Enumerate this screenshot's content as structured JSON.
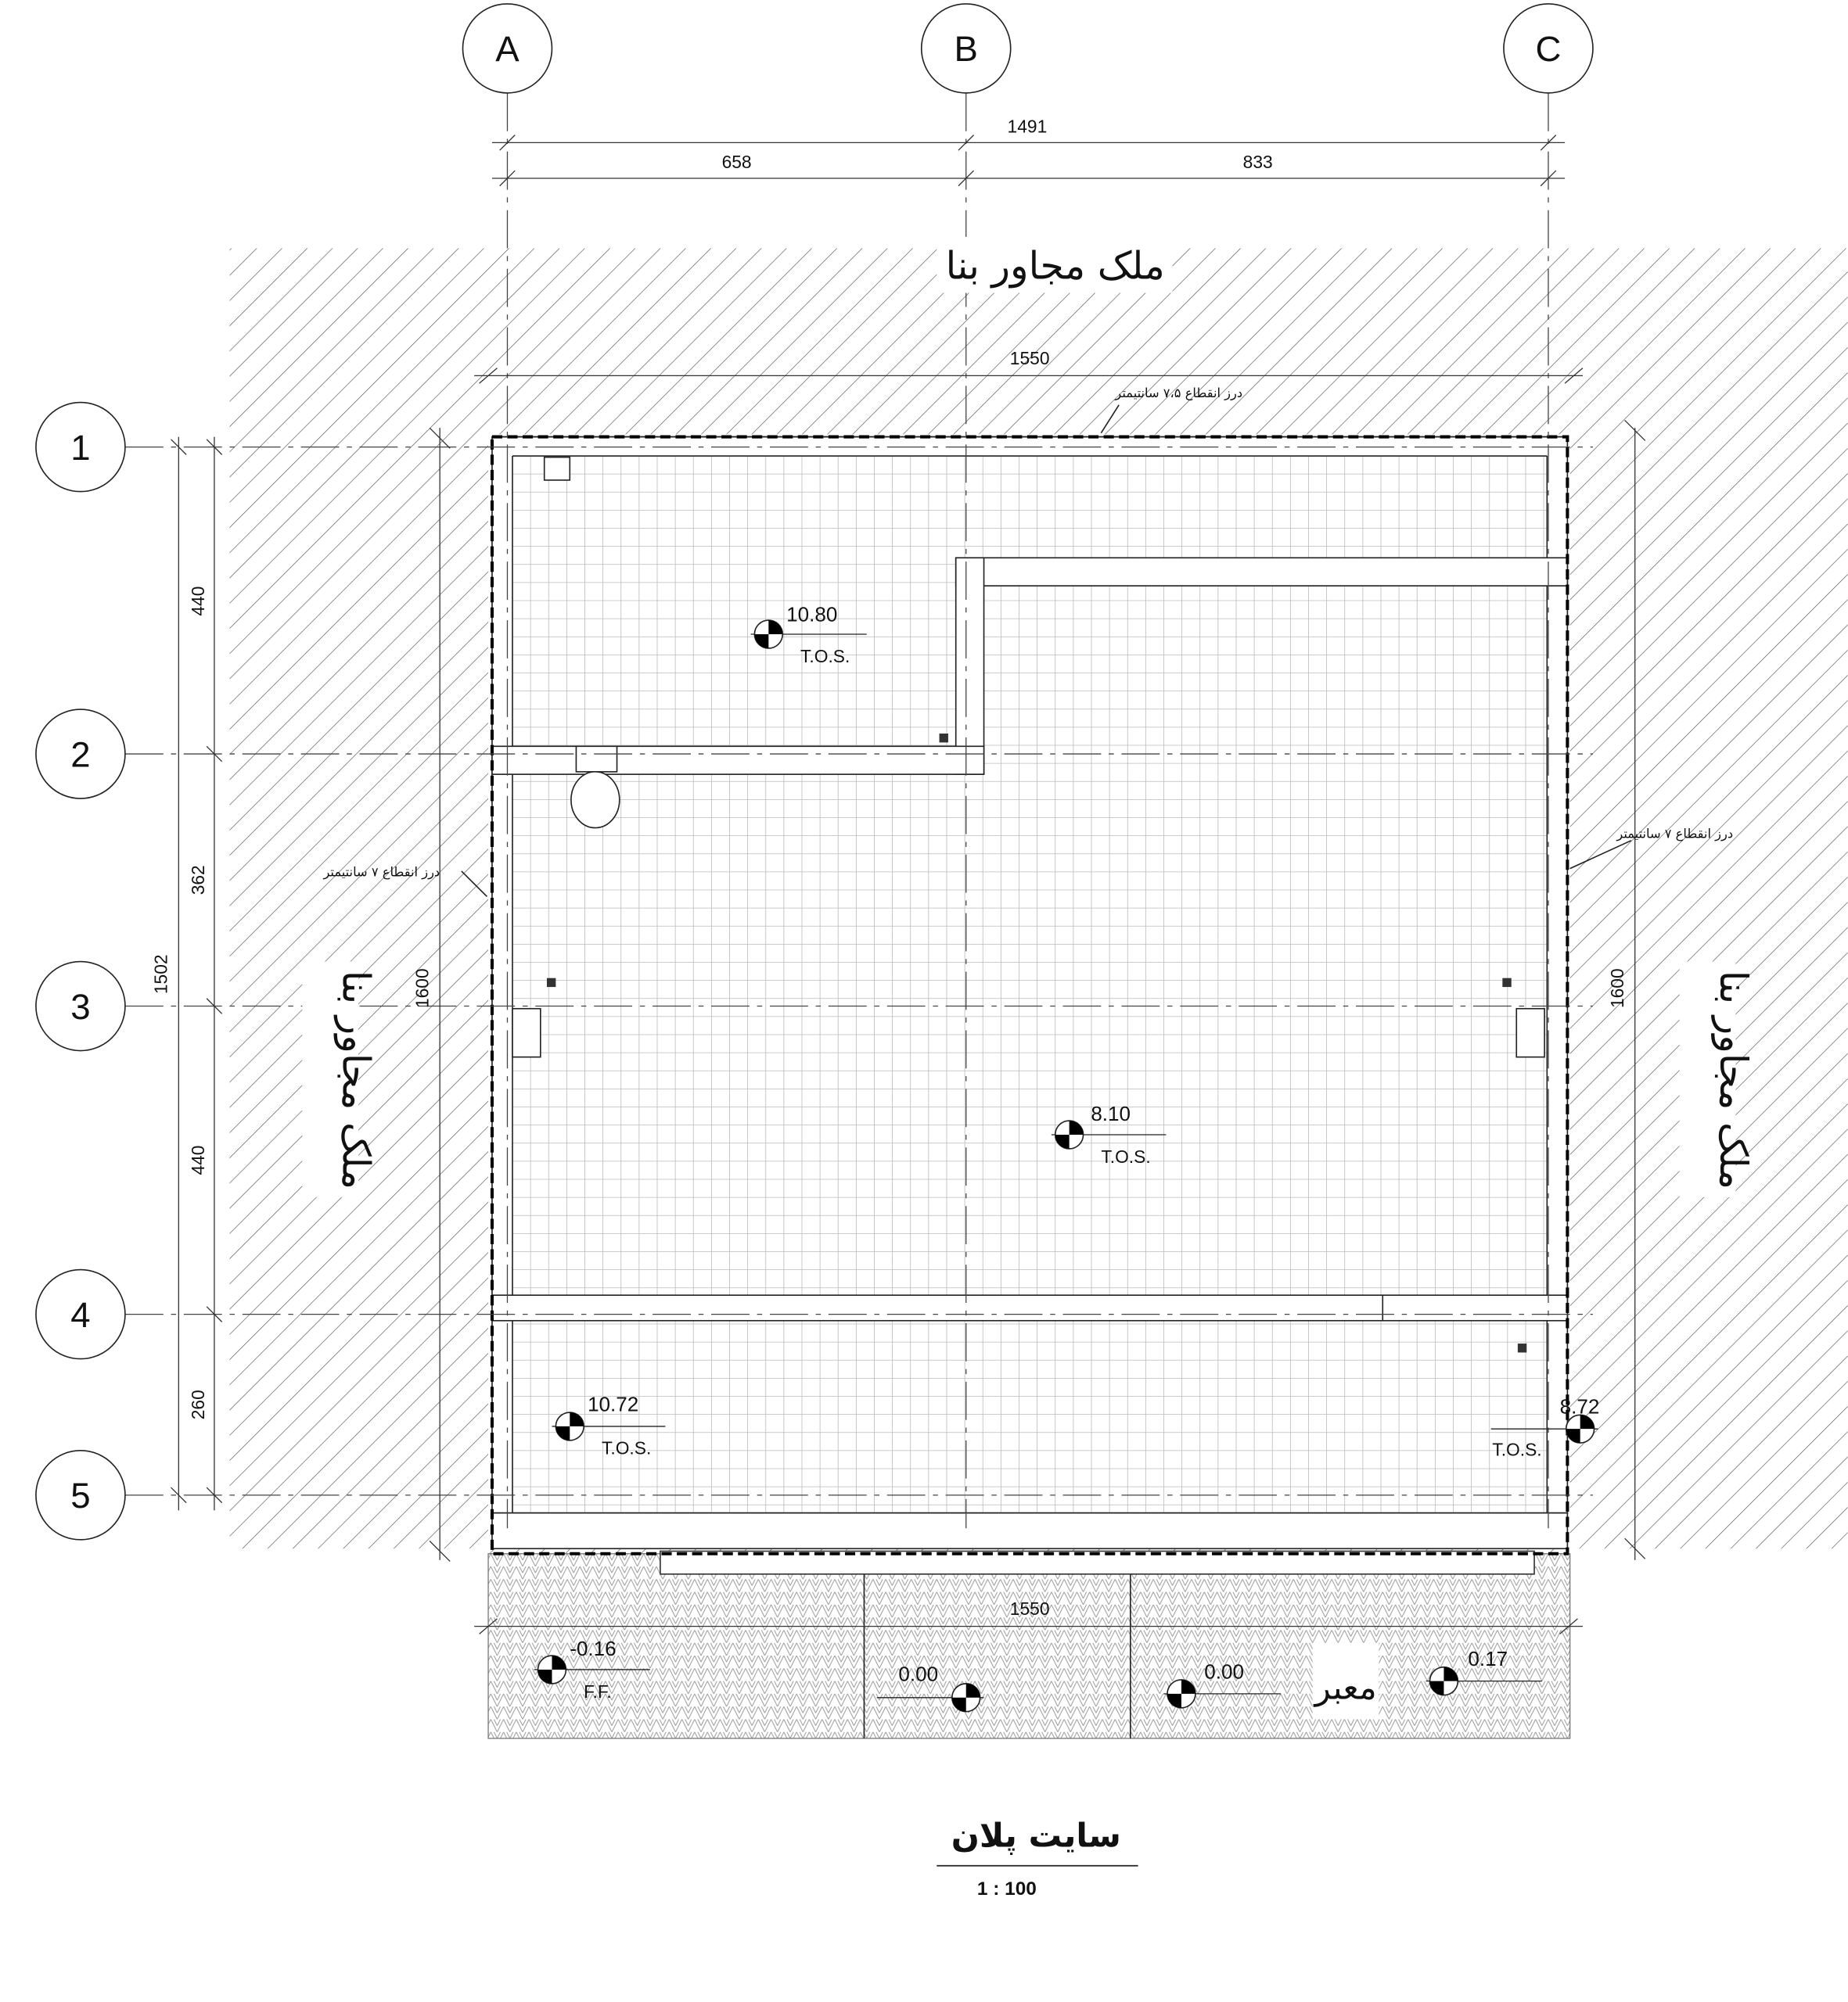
{
  "grid_columns": [
    "A",
    "B",
    "C"
  ],
  "grid_rows": [
    "1",
    "2",
    "3",
    "4",
    "5"
  ],
  "dimensions": {
    "top_total": "1491",
    "top_ab": "658",
    "top_bc": "833",
    "site_width_top": "1550",
    "site_width_bottom": "1550",
    "left_total": "1502",
    "left_12": "440",
    "left_23": "362",
    "left_34": "440",
    "left_45": "260",
    "left_height": "1600",
    "right_height": "1600"
  },
  "labels": {
    "neighbor_top": "ملک مجاور بنا",
    "neighbor_left": "ملک مجاور بنا",
    "neighbor_right": "ملک مجاور بنا",
    "joint_top": "درز انقطاع ۷،۵ سانتیمتر",
    "joint_left": "درز انقطاع ۷ سانتیمتر",
    "joint_right": "درز انقطاع ۷ سانتیمتر",
    "street": "معبر"
  },
  "levels": [
    {
      "value": "10.80",
      "tag": "T.O.S."
    },
    {
      "value": "8.10",
      "tag": "T.O.S."
    },
    {
      "value": "10.72",
      "tag": "T.O.S."
    },
    {
      "value": "8.72",
      "tag": "T.O.S."
    },
    {
      "value": "-0.16",
      "tag": "F.F."
    },
    {
      "value": "0.00"
    },
    {
      "value": "0.00"
    },
    {
      "value": "0.17"
    }
  ],
  "title": {
    "name": "سایت پلان",
    "scale": "1 : 100"
  }
}
